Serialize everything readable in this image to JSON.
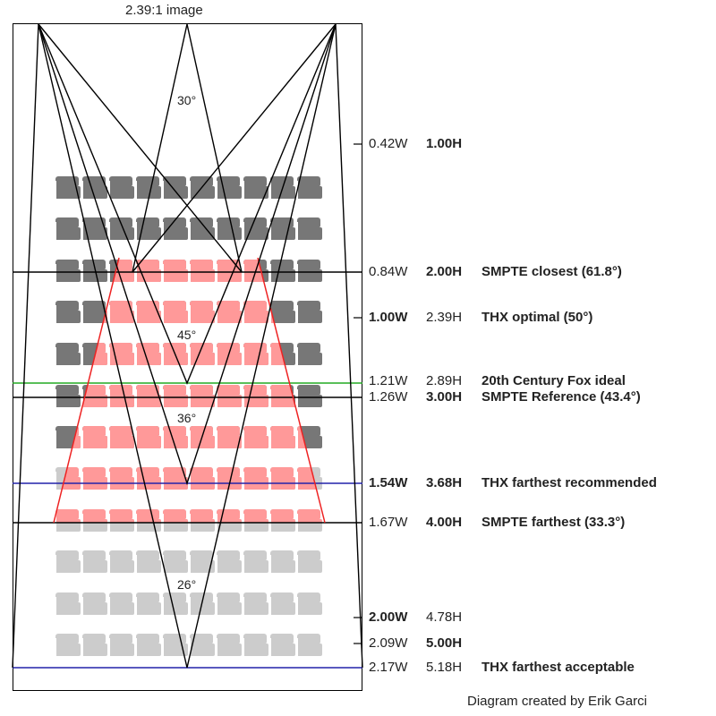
{
  "title": "2.39:1 image",
  "credit": "Diagram created by Erik Garci",
  "angles": {
    "a30": "30°",
    "a45": "45°",
    "a36": "36°",
    "a26": "26°"
  },
  "colors": {
    "seat_dark": "#777777",
    "seat_light": "#cccccc",
    "seat_red": "#ff9999",
    "line_black": "#000000",
    "line_green": "#22aa22",
    "line_blue": "#2222aa",
    "line_red": "#ee2222"
  },
  "distances": [
    {
      "width": "0.42W",
      "height": "1.00H",
      "note": "",
      "bold": "h"
    },
    {
      "width": "0.84W",
      "height": "2.00H",
      "note": "SMPTE closest (61.8°)",
      "bold": "h"
    },
    {
      "width": "1.00W",
      "height": "2.39H",
      "note": "THX optimal (50°)",
      "bold": "w"
    },
    {
      "width": "1.21W",
      "height": "2.89H",
      "note": "20th Century Fox ideal",
      "bold": ""
    },
    {
      "width": "1.26W",
      "height": "3.00H",
      "note": "SMPTE Reference (43.4°)",
      "bold": "h"
    },
    {
      "width": "1.54W",
      "height": "3.68H",
      "note": "THX farthest recommended",
      "bold": "wh"
    },
    {
      "width": "1.67W",
      "height": "4.00H",
      "note": "SMPTE farthest (33.3°)",
      "bold": "h"
    },
    {
      "width": "2.00W",
      "height": "4.78H",
      "note": "",
      "bold": "w"
    },
    {
      "width": "2.09W",
      "height": "5.00H",
      "note": "",
      "bold": "h"
    },
    {
      "width": "2.17W",
      "height": "5.18H",
      "note": "THX farthest acceptable",
      "bold": ""
    }
  ]
}
